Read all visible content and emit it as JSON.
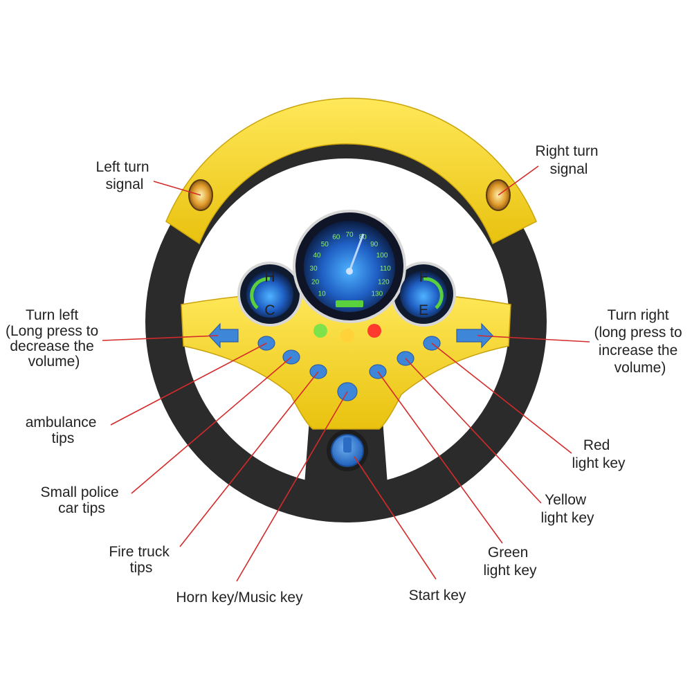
{
  "colors": {
    "rim_yellow": "#f3d11b",
    "rim_black": "#2b2b2b",
    "button_blue": "#3d86d8",
    "leader_red": "#d42a2a",
    "gauge_blue": "#1f6fd8",
    "gauge_green": "#5ad13c"
  },
  "gauge": {
    "speed_ticks": [
      "10",
      "20",
      "30",
      "40",
      "50",
      "60",
      "70",
      "80",
      "90",
      "100",
      "110",
      "120",
      "130"
    ],
    "left_dial": {
      "top": "H",
      "bottom": "C"
    },
    "right_dial": {
      "top": "F",
      "bottom": "E"
    }
  },
  "indicator_lights": [
    "green",
    "yellow",
    "red"
  ],
  "callouts": {
    "left_turn_signal": [
      "Left turn",
      "signal"
    ],
    "right_turn_signal": [
      "Right turn",
      "signal"
    ],
    "turn_left": [
      "Turn left",
      "(Long press to",
      "decrease the",
      "volume)"
    ],
    "turn_right": [
      "Turn right",
      "(long press to",
      "increase the",
      "volume)"
    ],
    "ambulance": [
      "ambulance",
      "tips"
    ],
    "small_police": [
      "Small police",
      "car tips"
    ],
    "fire_truck": [
      "Fire truck",
      "tips"
    ],
    "horn": [
      "Horn key/Music key"
    ],
    "start": [
      "Start key"
    ],
    "green_light": [
      "Green",
      "light key"
    ],
    "yellow_light": [
      "Yellow",
      "light key"
    ],
    "red_light": [
      "Red",
      "light key"
    ]
  }
}
